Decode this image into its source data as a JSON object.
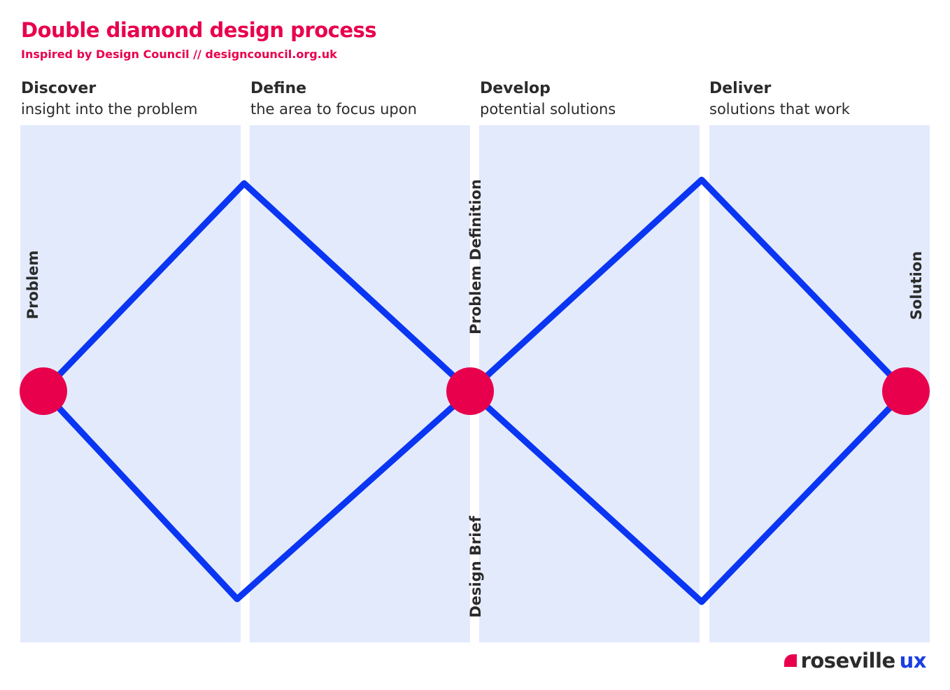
{
  "title": "Double diamond design process",
  "subtitle": "Inspired by Design Council // designcouncil.org.uk",
  "colors": {
    "accent": "#e8004c",
    "line": "#0a35f2",
    "panel": "#e3eafc",
    "text": "#2b2b2b",
    "logo_ux": "#1a3fe0"
  },
  "phases": [
    {
      "name": "Discover",
      "description": "insight into the problem"
    },
    {
      "name": "Define",
      "description": "the area to focus upon"
    },
    {
      "name": "Develop",
      "description": "potential solutions"
    },
    {
      "name": "Deliver",
      "description": "solutions that work"
    }
  ],
  "labels": {
    "problem": "Problem",
    "problem_definition": "Problem Definition",
    "design_brief": "Design Brief",
    "solution": "Solution"
  },
  "logo": {
    "word_a": "roseville",
    "word_b": "ux"
  }
}
